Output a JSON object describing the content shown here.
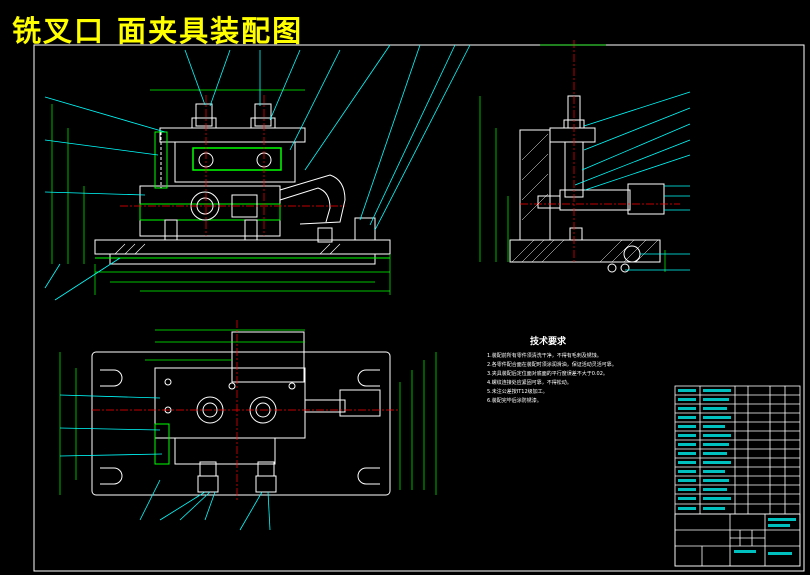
{
  "title": "铣叉口 面夹具装配图",
  "technical_requirements": {
    "title": "技术要求",
    "items": [
      "1.装配前所有零件须清洗干净，不得有毛刺及锈蚀。",
      "2.各零件配合面在装配时须涂润滑油，保证活动灵活可靠。",
      "3.夹具装配后定位面对底面的平行度误差不大于0.02。",
      "4.螺纹连接处应紧固可靠，不得松动。",
      "5.未注公差按IT12级加工。",
      "6.装配完毕后涂防锈漆。"
    ]
  },
  "colors": {
    "background": "#000000",
    "title": "#ffff00",
    "outline": "#ffffff",
    "leader": "#00ffff",
    "dimension": "#00ff00",
    "hatch": "#ffffff",
    "highlight": "#00ff00",
    "border": "#ffffff"
  }
}
